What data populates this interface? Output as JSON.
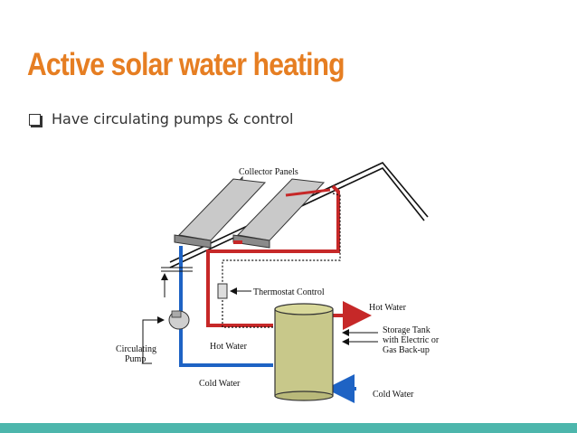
{
  "slide": {
    "title": "Active solar water heating",
    "bullets": [
      {
        "text": "Have circulating pumps & control"
      }
    ]
  },
  "diagram": {
    "labels": {
      "collector_panels": "Collector Panels",
      "thermostat_control": "Thermostat Control",
      "hot_water_out": "Hot Water",
      "storage_tank": [
        "Storage Tank",
        "with Electric or",
        "Gas Back-up"
      ],
      "circulating_pump": [
        "Circulating",
        "Pump"
      ],
      "hot_water_loop": "Hot Water",
      "cold_water_loop": "Cold Water",
      "cold_water_in": "Cold Water"
    },
    "colors": {
      "hot_pipe": "#c62828",
      "cold_pipe": "#1e63c4",
      "tank": "#c8c88a",
      "panel": "#c9c9c9"
    }
  },
  "theme": {
    "title_color": "#e67e22",
    "footer_bar_color": "#4db6ac"
  }
}
